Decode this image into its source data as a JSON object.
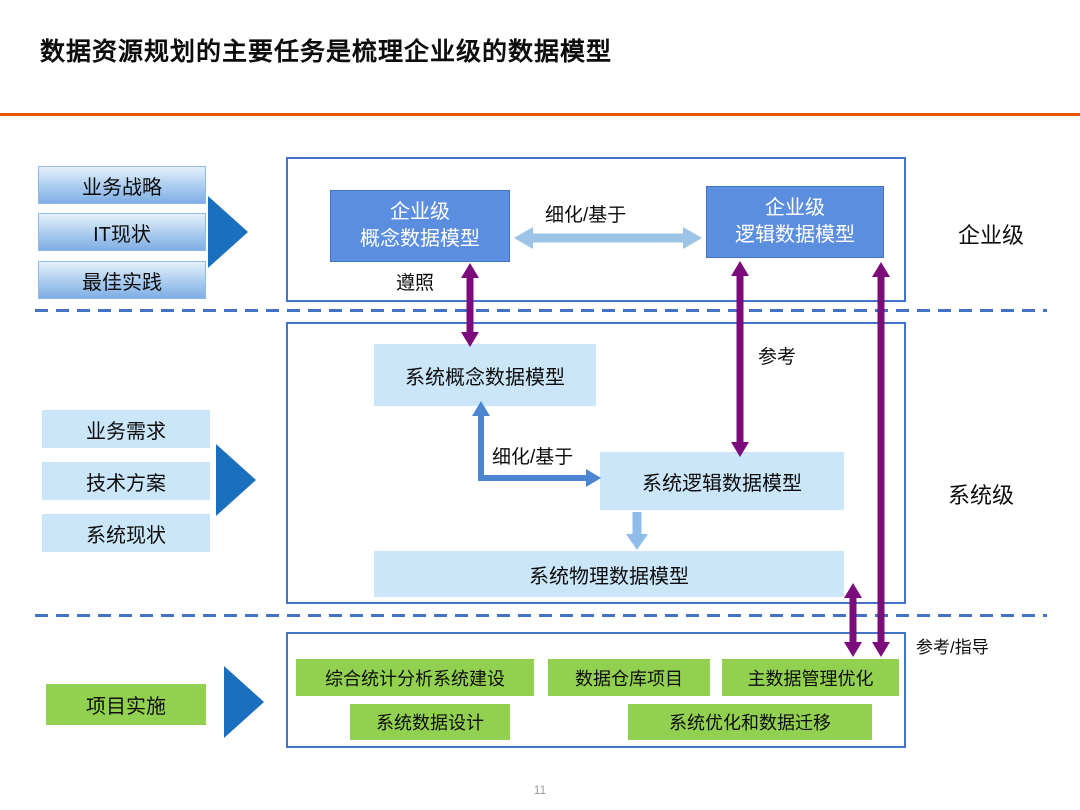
{
  "slide": {
    "title": "数据资源规划的主要任务是梳理企业级的数据模型",
    "page_number": "11",
    "accent_color": "#E8530D",
    "purple_arrow_color": "#7C0B7C",
    "blue_arrow_color": "#9DC3E6"
  },
  "left_inputs": {
    "enterprise": [
      "业务战略",
      "IT现状",
      "最佳实践"
    ],
    "system": [
      "业务需求",
      "技术方案",
      "系统现状"
    ],
    "project": "项目实施"
  },
  "enterprise_level": {
    "side_label": "企业级",
    "conceptual_model": "企业级\n概念数据模型",
    "logical_model": "企业级\n逻辑数据模型",
    "refine_arrow_label": "细化/基于",
    "comply_arrow_label": "遵照",
    "reference_arrow_label": "参考"
  },
  "system_level": {
    "side_label": "系统级",
    "conceptual_model": "系统概念数据模型",
    "logical_model": "系统逻辑数据模型",
    "physical_model": "系统物理数据模型",
    "refine_arrow_label": "细化/基于"
  },
  "project_level": {
    "guidance_arrow_label": "参考/指导",
    "projects_row1": [
      "综合统计分析系统建设",
      "数据仓库项目",
      "主数据管理优化"
    ],
    "projects_row2": [
      "系统数据设计",
      "系统优化和数据迁移"
    ]
  }
}
